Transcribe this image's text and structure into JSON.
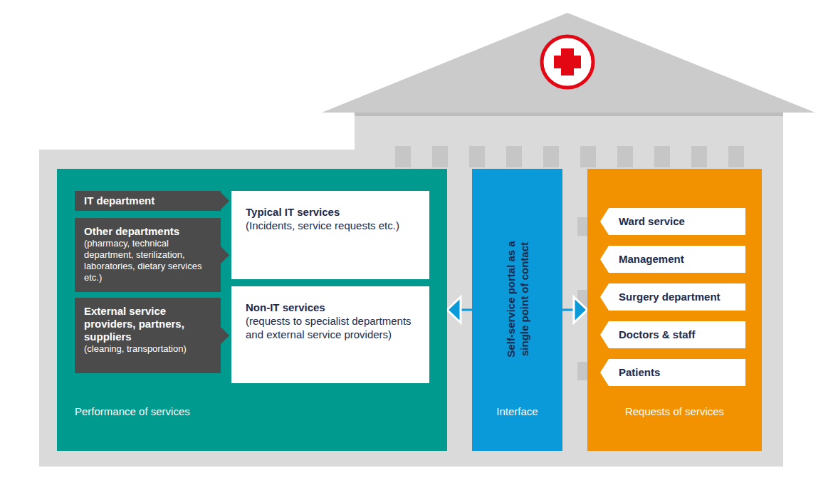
{
  "diagram": {
    "nodes": [
      {
        "text": [
          "Performance of services"
        ]
      },
      {
        "text": [
          "IT department"
        ],
        "in": 0
      },
      {
        "text": [
          "Other departments",
          "(pharmacy, technical department, sterilization, laboratories, dietary services etc.)"
        ],
        "in": 0
      },
      {
        "text": [
          "External service providers, partners, suppliers",
          "(cleaning, transportation)"
        ],
        "in": 0
      },
      {
        "text": [
          "Typical IT services",
          "(Incidents, service requests etc.)"
        ],
        "in": 0
      },
      {
        "text": [
          "Non-IT services",
          "(requests to specialist departments and external service providers)"
        ],
        "in": 0
      },
      {
        "text": [
          "Self-service portal as a single point of contact",
          "Interface"
        ]
      },
      {
        "text": [
          "Requests of services"
        ]
      },
      {
        "text": [
          "Ward service"
        ],
        "in": 7
      },
      {
        "text": [
          "Management"
        ],
        "in": 7
      },
      {
        "text": [
          "Surgery department"
        ],
        "in": 7
      },
      {
        "text": [
          "Doctors & staff"
        ],
        "in": 7
      },
      {
        "text": [
          "Patients"
        ],
        "in": 7
      }
    ],
    "edges": [
      {
        "from": 6,
        "to": 0,
        "arrow": "to"
      },
      {
        "from": 6,
        "to": 7,
        "arrow": "to"
      }
    ]
  }
}
